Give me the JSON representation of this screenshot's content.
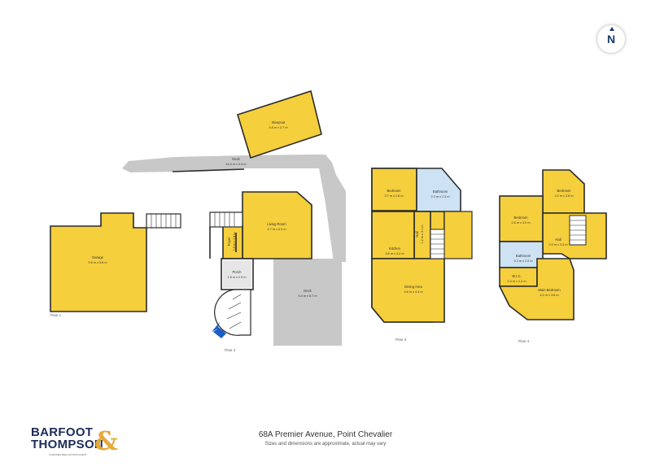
{
  "title": {
    "address": "68A Premier Avenue, Point Chevalier",
    "disclaimer": "Sizes and dimensions are approximate, actual may vary"
  },
  "brand": {
    "line1": "BARFOOT",
    "line2": "THOMPSON",
    "ampersand": "&",
    "tagline": "LICENSED REAL ESTATE AGENT"
  },
  "compass": {
    "label": "N"
  },
  "colors": {
    "room_fill": "#f5cf3c",
    "deck_fill": "#c8c8c8",
    "wall": "#2b2b2b",
    "brand_navy": "#1c2d5a",
    "brand_gold": "#e7a93a",
    "entry_arrow": "#1a5fc8"
  },
  "floors": [
    {
      "name": "Floor 1",
      "rooms": [
        {
          "name": "Garage",
          "dims": "9.6 m x 5.8 m"
        }
      ]
    },
    {
      "name": "Floor 2",
      "rooms": [
        {
          "name": "Sleepout",
          "dims": "4.8 m x 2.7 m"
        },
        {
          "name": "Deck",
          "dims": "14.0 m x 3.5 m"
        },
        {
          "name": "Living Room",
          "dims": "4.7 m x 4.3 m"
        },
        {
          "name": "Foyer",
          "dims": "1.8 m x 1.8 m"
        },
        {
          "name": "Porch",
          "dims": "1.8 m x 2.9 m"
        },
        {
          "name": "Deck",
          "dims": "6.4 m x 8.7 m"
        }
      ]
    },
    {
      "name": "Floor 3",
      "rooms": [
        {
          "name": "Bedroom",
          "dims": "3.7 m x 2.8 m"
        },
        {
          "name": "Bathroom",
          "dims": "2.3 m x 2.3 m"
        },
        {
          "name": "Hall",
          "dims": "1.2 m x 3.1 m"
        },
        {
          "name": "Kitchen",
          "dims": "3.6 m x 4.4 m"
        },
        {
          "name": "Dining Area",
          "dims": "4.8 m x 4.4 m"
        }
      ]
    },
    {
      "name": "Floor 4",
      "rooms": [
        {
          "name": "Bedroom",
          "dims": "3.2 m x 2.8 m"
        },
        {
          "name": "Bedroom",
          "dims": "2.8 m x 3.0 m"
        },
        {
          "name": "Hall",
          "dims": "2.0 m x 3.3 m"
        },
        {
          "name": "Bathroom",
          "dims": "3.3 m x 2.0 m"
        },
        {
          "name": "W.I.C.",
          "dims": "2.4 m x 1.2 m"
        },
        {
          "name": "Main Bedroom",
          "dims": "4.0 m x 3.8 m"
        }
      ]
    }
  ]
}
